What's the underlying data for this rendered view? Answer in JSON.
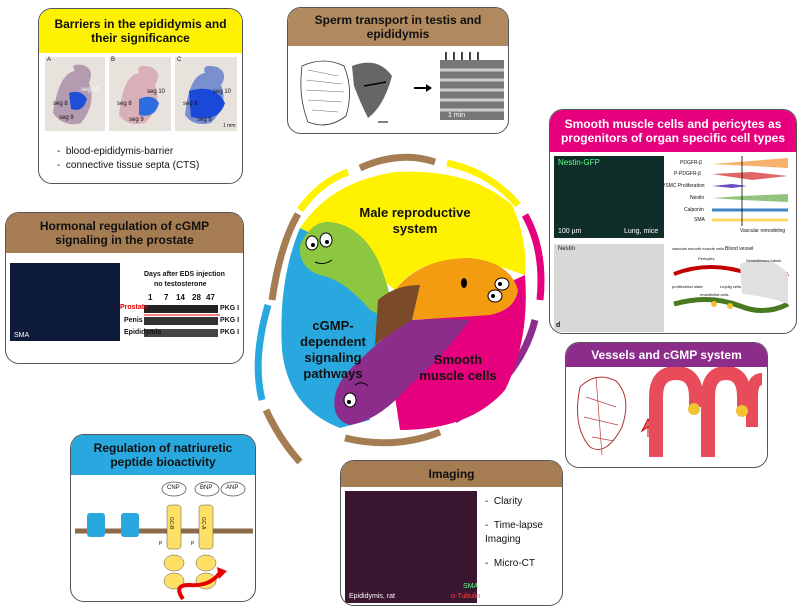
{
  "colors": {
    "brown": "#a67c52",
    "tan": "#b08a5e",
    "yellow": "#fff200",
    "magenta": "#e6007e",
    "purple": "#8c2d8c",
    "blue": "#29a8e0",
    "orange": "#f39c12",
    "green": "#8dc63f"
  },
  "center": {
    "male": "Male reproductive system",
    "cgmp": "cGMP-dependent signaling pathways",
    "smooth": "Smooth muscle cells"
  },
  "barriers": {
    "title": "Barriers in the epididymis and their significance",
    "bullets": [
      "blood-epididymis-barrier",
      "connective tissue septa (CTS)"
    ],
    "labels": {
      "a": "A",
      "b": "B",
      "c": "C",
      "seg10": "seg 10",
      "seg9": "seg 9",
      "seg8": "seg 8",
      "scale": "1 mm"
    }
  },
  "sperm": {
    "title": "Sperm transport in testis and epididymis",
    "scale": "1 min"
  },
  "smc": {
    "title": "Smooth muscle cells and pericytes as progenitors of organ specific cell types",
    "img1_title": "Nestin-GFP",
    "img1_scale": "100 µm",
    "img1_caption": "Lung, mice",
    "img2_title": "Nestin",
    "img2_letter": "d",
    "rows": [
      "PDGFR-β",
      "P-PDGFR-β",
      "VSMC Proliferation",
      "Nestin",
      "Calponin",
      "SMA"
    ],
    "axis": "Vascular remodeling",
    "schem": {
      "vsmc": "vascular smooth muscle cells",
      "pericytes": "Pericytes",
      "vessel": "Blood vessel",
      "tubule": "Seminiferous tubule",
      "prolif": "proliferation state",
      "endo": "endothelial cells",
      "leydig": "Leydig cells"
    }
  },
  "hormonal": {
    "title": "Hormonal regulation of cGMP signaling in the prostate",
    "img_caption": "SMA",
    "days_title": "Days after EDS injection",
    "no_test": "no testosterone",
    "days": [
      "1",
      "7",
      "14",
      "28",
      "47"
    ],
    "rows": [
      "Prostate",
      "Penis",
      "Epididymis"
    ],
    "protein": "PKG I"
  },
  "vessels": {
    "title": "Vessels and cGMP system"
  },
  "natriuretic": {
    "title": "Regulation of natriuretic peptide bioactivity",
    "ligands": [
      "CNP",
      "BNP",
      "ANP"
    ],
    "receptors": [
      "GC-B",
      "GC-A"
    ],
    "p": "P"
  },
  "imaging": {
    "title": "Imaging",
    "bullets": [
      "Clarity",
      "Time-lapse Imaging",
      "Micro-CT"
    ],
    "caption": "Epididymis, rat",
    "sma": "SMA",
    "tubulin": "α-Tubulin"
  }
}
